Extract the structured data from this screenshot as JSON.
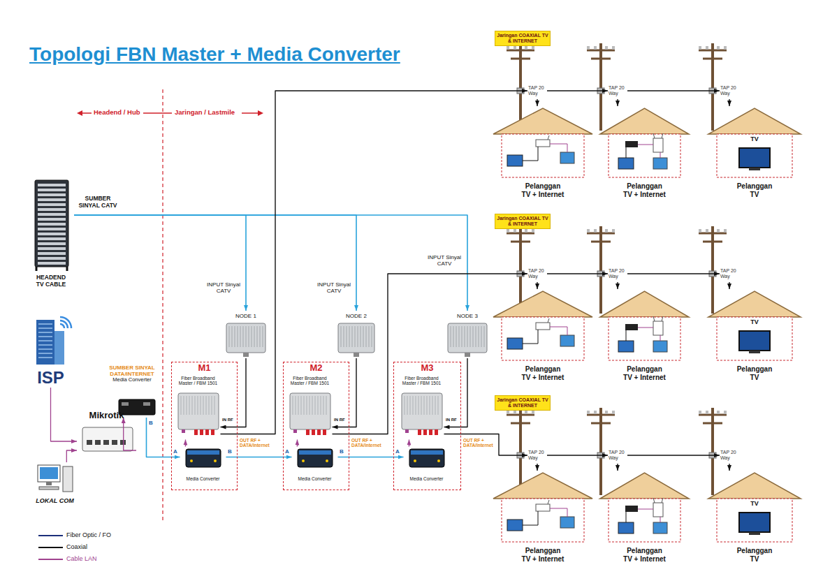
{
  "diagram": {
    "title": "Topologi FBN Master + Media Converter",
    "nodes": [
      {
        "text": [
          "HEADEND TV CABLE"
        ]
      },
      {
        "text": [
          "ISP"
        ]
      },
      {
        "text": [
          "Mikrotik"
        ]
      },
      {
        "text": [
          "LOKAL COM"
        ]
      },
      {
        "text": [
          "SUMBER SINYAL DATA/INTERNET",
          "Media Converter"
        ]
      },
      {
        "text": [
          "M1"
        ]
      },
      {
        "text": [
          "Fiber Broadband Master / FBM 1501"
        ],
        "in": 5
      },
      {
        "text": [
          "Media Converter"
        ],
        "in": 5
      },
      {
        "text": [
          "M2"
        ]
      },
      {
        "text": [
          "Fiber Broadband Master / FBM 1501"
        ],
        "in": 8
      },
      {
        "text": [
          "Media Converter"
        ],
        "in": 8
      },
      {
        "text": [
          "M3"
        ]
      },
      {
        "text": [
          "Fiber Broadband Master / FBM 1501"
        ],
        "in": 11
      },
      {
        "text": [
          "Media Converter"
        ],
        "in": 11
      },
      {
        "text": [
          "NODE 1"
        ]
      },
      {
        "text": [
          "NODE 2"
        ]
      },
      {
        "text": [
          "NODE 3"
        ]
      },
      {
        "text": [
          "Jaringan COAXIAL TV & INTERNET"
        ]
      },
      {
        "text": [
          "TAP 20 Way"
        ]
      },
      {
        "text": [
          "TAP 20 Way"
        ]
      },
      {
        "text": [
          "TAP 20 Way"
        ]
      },
      {
        "text": [
          "Pelanggan TV + Internet"
        ]
      },
      {
        "text": [
          "Pelanggan TV + Internet"
        ]
      },
      {
        "text": [
          "TV",
          "Pelanggan TV"
        ]
      },
      {
        "text": [
          "Jaringan COAXIAL TV & INTERNET"
        ]
      },
      {
        "text": [
          "TAP 20 Way"
        ]
      },
      {
        "text": [
          "TAP 20 Way"
        ]
      },
      {
        "text": [
          "TAP 20 Way"
        ]
      },
      {
        "text": [
          "Pelanggan TV + Internet"
        ]
      },
      {
        "text": [
          "Pelanggan TV + Internet"
        ]
      },
      {
        "text": [
          "TV",
          "Pelanggan TV"
        ]
      },
      {
        "text": [
          "Jaringan COAXIAL TV & INTERNET"
        ]
      },
      {
        "text": [
          "TAP 20 Way"
        ]
      },
      {
        "text": [
          "TAP 20 Way"
        ]
      },
      {
        "text": [
          "TAP 20 Way"
        ]
      },
      {
        "text": [
          "Pelanggan TV + Internet"
        ]
      },
      {
        "text": [
          "Pelanggan TV + Internet"
        ]
      },
      {
        "text": [
          "TV",
          "Pelanggan TV"
        ]
      }
    ],
    "edges": [
      {
        "from": 0,
        "to": 14,
        "arrow": "to"
      },
      {
        "from": 0,
        "to": 15,
        "arrow": "to"
      },
      {
        "from": 0,
        "to": 16,
        "arrow": "to"
      },
      {
        "from": 14,
        "to": 6,
        "arrow": "to",
        "label": "IN RF"
      },
      {
        "from": 15,
        "to": 9,
        "arrow": "to",
        "label": "IN RF"
      },
      {
        "from": 16,
        "to": 12,
        "arrow": "to",
        "label": "IN RF"
      },
      {
        "from": 6,
        "to": 18,
        "arrow": "to",
        "label": "OUT RF + DATA/Internet"
      },
      {
        "from": 9,
        "to": 25,
        "arrow": "to",
        "label": "OUT RF + DATA/Internet"
      },
      {
        "from": 12,
        "to": 32,
        "arrow": "to",
        "label": "OUT RF + DATA/Internet"
      },
      {
        "from": 1,
        "to": 2,
        "arrow": "to"
      },
      {
        "from": 3,
        "to": 2,
        "arrow": "to"
      },
      {
        "from": 2,
        "to": 4,
        "arrow": "to"
      },
      {
        "from": 4,
        "to": 7,
        "arrow": "to"
      },
      {
        "from": 7,
        "to": 10,
        "arrow": "to"
      },
      {
        "from": 10,
        "to": 13,
        "arrow": "to"
      },
      {
        "from": 7,
        "to": 6,
        "arrow": "to"
      },
      {
        "from": 10,
        "to": 9,
        "arrow": "to"
      },
      {
        "from": 13,
        "to": 12,
        "arrow": "to"
      },
      {
        "from": 18,
        "to": 19,
        "arrow": "to"
      },
      {
        "from": 19,
        "to": 20,
        "arrow": "to"
      },
      {
        "from": 18,
        "to": 21,
        "arrow": "to"
      },
      {
        "from": 19,
        "to": 22,
        "arrow": "to"
      },
      {
        "from": 20,
        "to": 23,
        "arrow": "to"
      },
      {
        "from": 25,
        "to": 26,
        "arrow": "to"
      },
      {
        "from": 26,
        "to": 27,
        "arrow": "to"
      },
      {
        "from": 25,
        "to": 28,
        "arrow": "to"
      },
      {
        "from": 26,
        "to": 29,
        "arrow": "to"
      },
      {
        "from": 27,
        "to": 30,
        "arrow": "to"
      },
      {
        "from": 32,
        "to": 33,
        "arrow": "to"
      },
      {
        "from": 33,
        "to": 34,
        "arrow": "to"
      },
      {
        "from": 32,
        "to": 35,
        "arrow": "to"
      },
      {
        "from": 33,
        "to": 36,
        "arrow": "to"
      },
      {
        "from": 34,
        "to": 37,
        "arrow": "to"
      }
    ],
    "labels": [
      "Headend / Hub",
      "Jaringan / Lastmile",
      "SUMBER SINYAL CATV",
      "INPUT Sinyal CATV",
      "INPUT Sinyal CATV",
      "INPUT Sinyal CATV",
      "B",
      "A",
      "B",
      "A",
      "B",
      "A"
    ],
    "legend": [
      {
        "text": "Fiber Optic / FO"
      },
      {
        "text": "Coaxial"
      },
      {
        "text": "Cable LAN"
      }
    ]
  }
}
